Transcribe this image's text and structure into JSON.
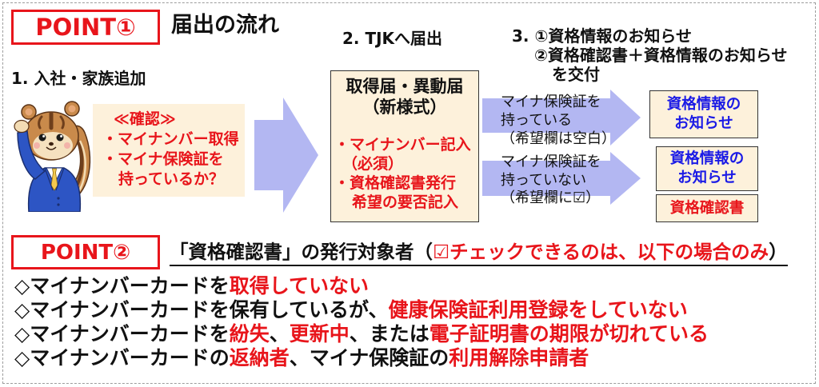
{
  "colors": {
    "accent_red": "#e8151b",
    "info_blue": "#1a1ae6",
    "arrow_lavender": "#b3b7f2",
    "box_beige": "#fdf1db",
    "frame_dash": "#9c9c9c"
  },
  "icons": {
    "mascot": "chipmunk-mascot-saluting-icon",
    "flow_arrow": "right-arrow-icon"
  },
  "point1": {
    "badge": "POINT①",
    "title": "届出の流れ",
    "step1_label": "1. 入社・家族追加",
    "step2_label": "2. TJKへ届出",
    "step3_lines": [
      "3. ①資格情報のお知らせ",
      "②資格確認書＋資格情報のお知らせ",
      "を交付"
    ],
    "check_lines": [
      "≪確認≫",
      "・マイナンバー取得",
      "・マイナ保険証を",
      "持っているか？"
    ],
    "form_title_lines": [
      "取得届・異動届",
      "（新様式）"
    ],
    "form_note_lines": [
      "・マイナンバー記入",
      "（必須）",
      "・資格確認書発行",
      "希望の要否記入"
    ],
    "branches": [
      {
        "condition_lines": [
          "マイナ保険証を",
          "持っている",
          "（希望欄は空白）"
        ],
        "results": [
          [
            "資格情報の",
            "お知らせ"
          ]
        ]
      },
      {
        "condition_lines": [
          "マイナ保険証を",
          "持っていない",
          "（希望欄に☑）"
        ],
        "results": [
          [
            "資格情報の",
            "お知らせ"
          ],
          [
            "資格確認書"
          ]
        ]
      }
    ]
  },
  "point2": {
    "badge": "POINT②",
    "heading": [
      {
        "text": "「資格確認書」の発行対象者（",
        "emph": false
      },
      {
        "text": "☑チェックできるのは、以下の場合のみ",
        "emph": true
      },
      {
        "text": "）",
        "emph": false
      }
    ],
    "items": [
      [
        {
          "text": "◇マイナンバーカードを",
          "emph": false
        },
        {
          "text": "取得していない",
          "emph": true
        }
      ],
      [
        {
          "text": "◇マイナンバーカードを保有しているが、",
          "emph": false
        },
        {
          "text": "健康保険証利用登録をしていない",
          "emph": true
        }
      ],
      [
        {
          "text": "◇マイナンバーカードを",
          "emph": false
        },
        {
          "text": "紛失",
          "emph": true
        },
        {
          "text": "、",
          "emph": false
        },
        {
          "text": "更新中",
          "emph": true
        },
        {
          "text": "、または",
          "emph": false
        },
        {
          "text": "電子証明書の期限が切れている",
          "emph": true
        }
      ],
      [
        {
          "text": "◇マイナンバーカードの",
          "emph": false
        },
        {
          "text": "返納者",
          "emph": true
        },
        {
          "text": "、マイナ保険証の",
          "emph": false
        },
        {
          "text": "利用解除申請者",
          "emph": true
        }
      ]
    ]
  }
}
